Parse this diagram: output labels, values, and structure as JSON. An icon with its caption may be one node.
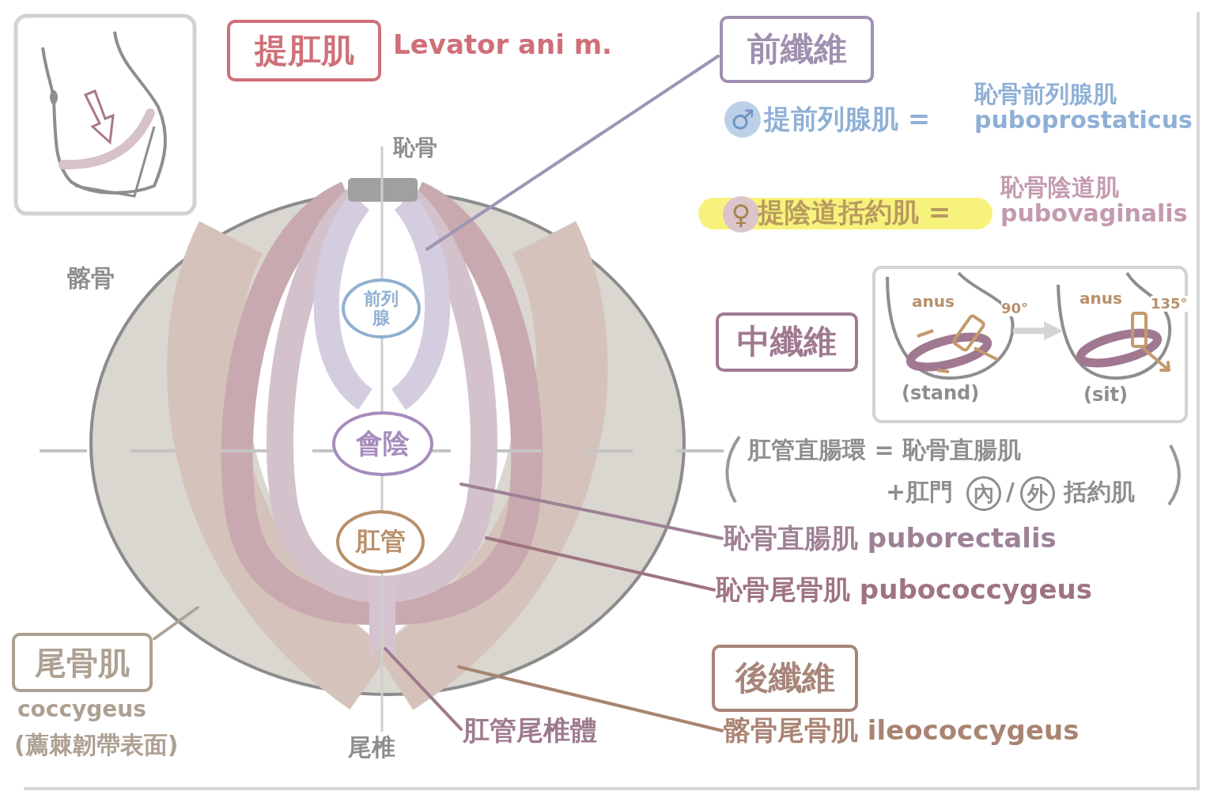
{
  "diagram": {
    "nodes": [
      {
        "text": [
          "提肛肌"
        ],
        "beside": [
          "Levator ani m."
        ]
      },
      {
        "text": [
          "前纖維"
        ]
      },
      {
        "text": [
          "中纖維"
        ]
      },
      {
        "text": [
          "後纖維"
        ]
      },
      {
        "text": [
          "尾骨肌"
        ],
        "beside": [
          "coccygeus",
          "(薦棘韌帶表面)"
        ]
      },
      {
        "text": [
          "前列腺"
        ]
      },
      {
        "text": [
          "會陰"
        ]
      },
      {
        "text": [
          "肛管"
        ]
      },
      {
        "text": [
          "恥骨直腸肌 puborectalis"
        ]
      },
      {
        "text": [
          "恥骨尾骨肌 pubococcygeus"
        ]
      },
      {
        "text": [
          "髂骨尾骨肌 ileococcygeus"
        ]
      },
      {
        "text": [
          "肛管尾椎體"
        ]
      },
      {
        "text": [],
        "shape": "picture",
        "beside": [
          "(stand)"
        ]
      },
      {
        "text": [],
        "shape": "picture",
        "beside": [
          "(sit)"
        ]
      }
    ],
    "edges": [
      {
        "from": 1,
        "to": null,
        "arrow": "none",
        "color": "#9f95b5"
      },
      {
        "from": 8,
        "to": null,
        "arrow": "none",
        "color": "#9e8195"
      },
      {
        "from": 9,
        "to": null,
        "arrow": "none",
        "color": "#9e7480"
      },
      {
        "from": 10,
        "to": null,
        "arrow": "none",
        "color": "#a98472"
      },
      {
        "from": 11,
        "to": null,
        "arrow": "none",
        "color": "#9e7a8f"
      },
      {
        "from": 4,
        "to": null,
        "arrow": "none",
        "color": "#b0a396"
      },
      {
        "from": 12,
        "to": 13,
        "arrow": "to",
        "style": "thick"
      }
    ],
    "labels": [
      "♂",
      "提前列腺肌 =",
      "恥骨前列腺肌 puboprostaticus",
      "恥骨",
      "♀",
      "提陰道括約肌 =",
      "恥骨陰道肌 pubovaginalis",
      "髂骨",
      "anus",
      "90°",
      "anus",
      "135°",
      "肛管直腸環 = 恥骨直腸肌",
      "+肛門",
      "內",
      "/",
      "外",
      "括約肌",
      "尾椎"
    ]
  }
}
